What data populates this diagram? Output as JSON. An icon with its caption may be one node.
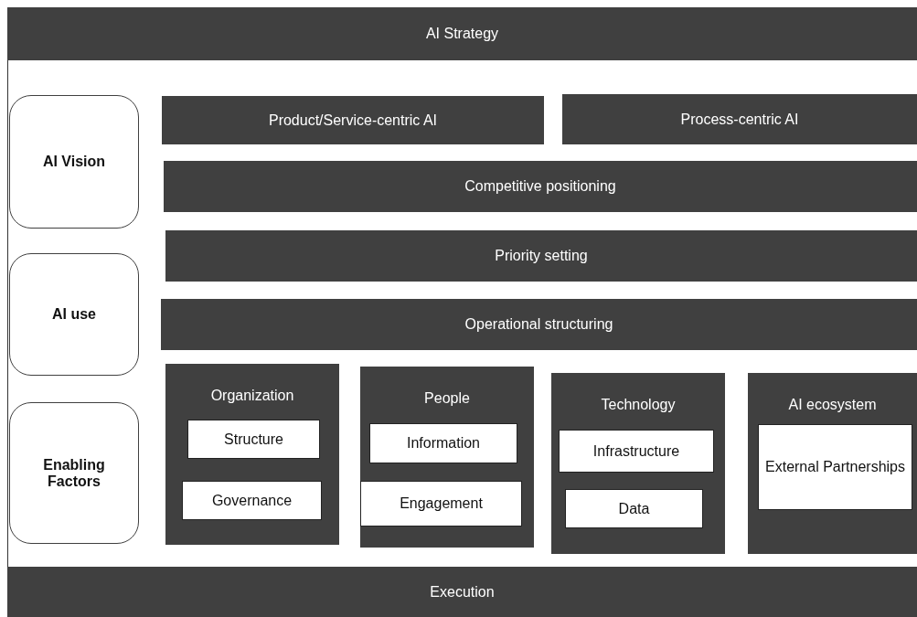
{
  "diagram": {
    "nodes": [
      {
        "text": [
          "AI Strategy"
        ]
      },
      {
        "text": [
          "AI Vision"
        ]
      },
      {
        "text": [
          "AI use"
        ]
      },
      {
        "text": [
          "Enabling Factors"
        ]
      },
      {
        "text": [
          "Product/Service-centric AI"
        ]
      },
      {
        "text": [
          "Process-centric AI"
        ]
      },
      {
        "text": [
          "Competitive positioning"
        ]
      },
      {
        "text": [
          "Priority setting"
        ]
      },
      {
        "text": [
          "Operational structuring"
        ]
      },
      {
        "text": [
          "Organization"
        ]
      },
      {
        "text": [
          "Structure"
        ],
        "in": 9
      },
      {
        "text": [
          "Governance"
        ],
        "in": 9
      },
      {
        "text": [
          "People"
        ]
      },
      {
        "text": [
          "Information"
        ],
        "in": 12
      },
      {
        "text": [
          "Engagement"
        ],
        "in": 12
      },
      {
        "text": [
          "Technology"
        ]
      },
      {
        "text": [
          "Infrastructure"
        ],
        "in": 15
      },
      {
        "text": [
          "Data"
        ],
        "in": 15
      },
      {
        "text": [
          "AI ecosystem"
        ]
      },
      {
        "text": [
          "External Partnerships"
        ],
        "in": 18
      },
      {
        "text": [
          "Execution"
        ]
      }
    ],
    "edges": []
  }
}
